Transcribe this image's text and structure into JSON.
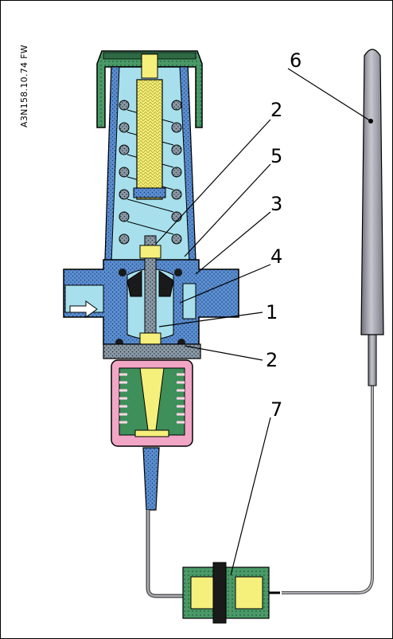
{
  "figure": {
    "code": "A3N158.10.74 FW",
    "labels": [
      {
        "id": "part-6",
        "text": "6"
      },
      {
        "id": "part-2-top",
        "text": "2"
      },
      {
        "id": "part-5",
        "text": "5"
      },
      {
        "id": "part-3",
        "text": "3"
      },
      {
        "id": "part-4",
        "text": "4"
      },
      {
        "id": "part-1",
        "text": "1"
      },
      {
        "id": "part-2-bottom",
        "text": "2"
      },
      {
        "id": "part-7",
        "text": "7"
      }
    ]
  },
  "colors": {
    "blue_body": "#5b8fd0",
    "light_cyan": "#a7e0ec",
    "yellow": "#f5f07c",
    "green": "#3e8f5a",
    "pink": "#f2a6c6",
    "grey_bulb": "#9a9aa6",
    "dark_grey": "#3a3a3a"
  }
}
